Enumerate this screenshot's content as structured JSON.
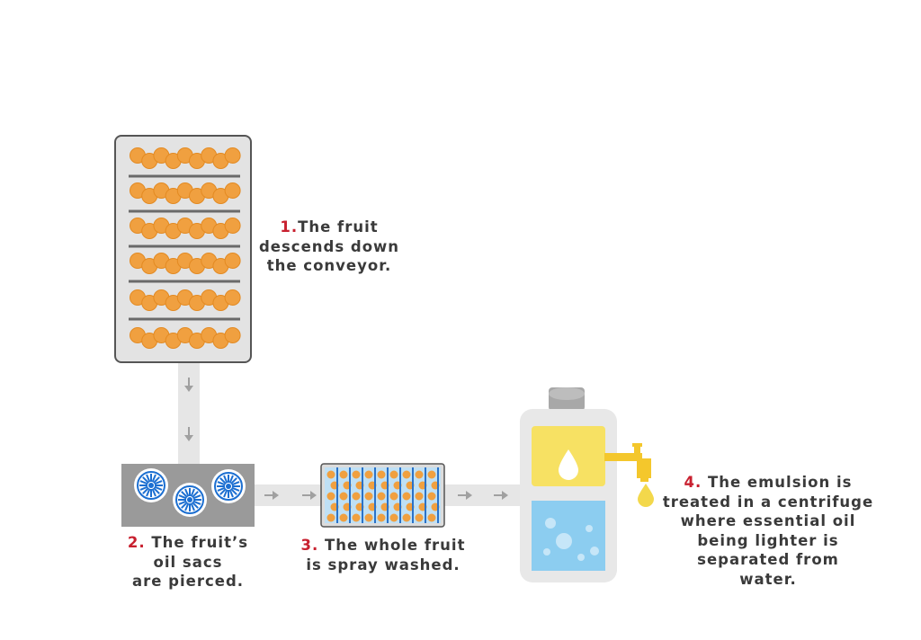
{
  "steps": [
    {
      "num": "1.",
      "lines": [
        "The fruit",
        "descends down",
        "the conveyor."
      ]
    },
    {
      "num": "2.",
      "lines": [
        "The fruit’s",
        "oil sacs",
        "are pierced."
      ]
    },
    {
      "num": "3.",
      "lines": [
        "The whole fruit",
        "is spray washed."
      ]
    },
    {
      "num": "4.",
      "lines": [
        "The emulsion is",
        "treated in a centrifuge",
        "where essential oil",
        "being lighter is",
        "separated from",
        "water."
      ]
    }
  ],
  "colors": {
    "orange": "#f0a040",
    "orange_dark": "#e38a22",
    "pipe": "#e6e6e6",
    "machine_gray": "#9a9a9a",
    "blade_blue": "#1c6fd1",
    "oil_yellow": "#f7e163",
    "water_blue": "#8ccdf0",
    "label_red": "#c8202f",
    "text_dark": "#3a3a3a"
  },
  "icons": [
    "conveyor-icon",
    "piercing-machine-icon",
    "spray-washer-icon",
    "centrifuge-icon",
    "oil-drop-icon",
    "tap-icon"
  ]
}
